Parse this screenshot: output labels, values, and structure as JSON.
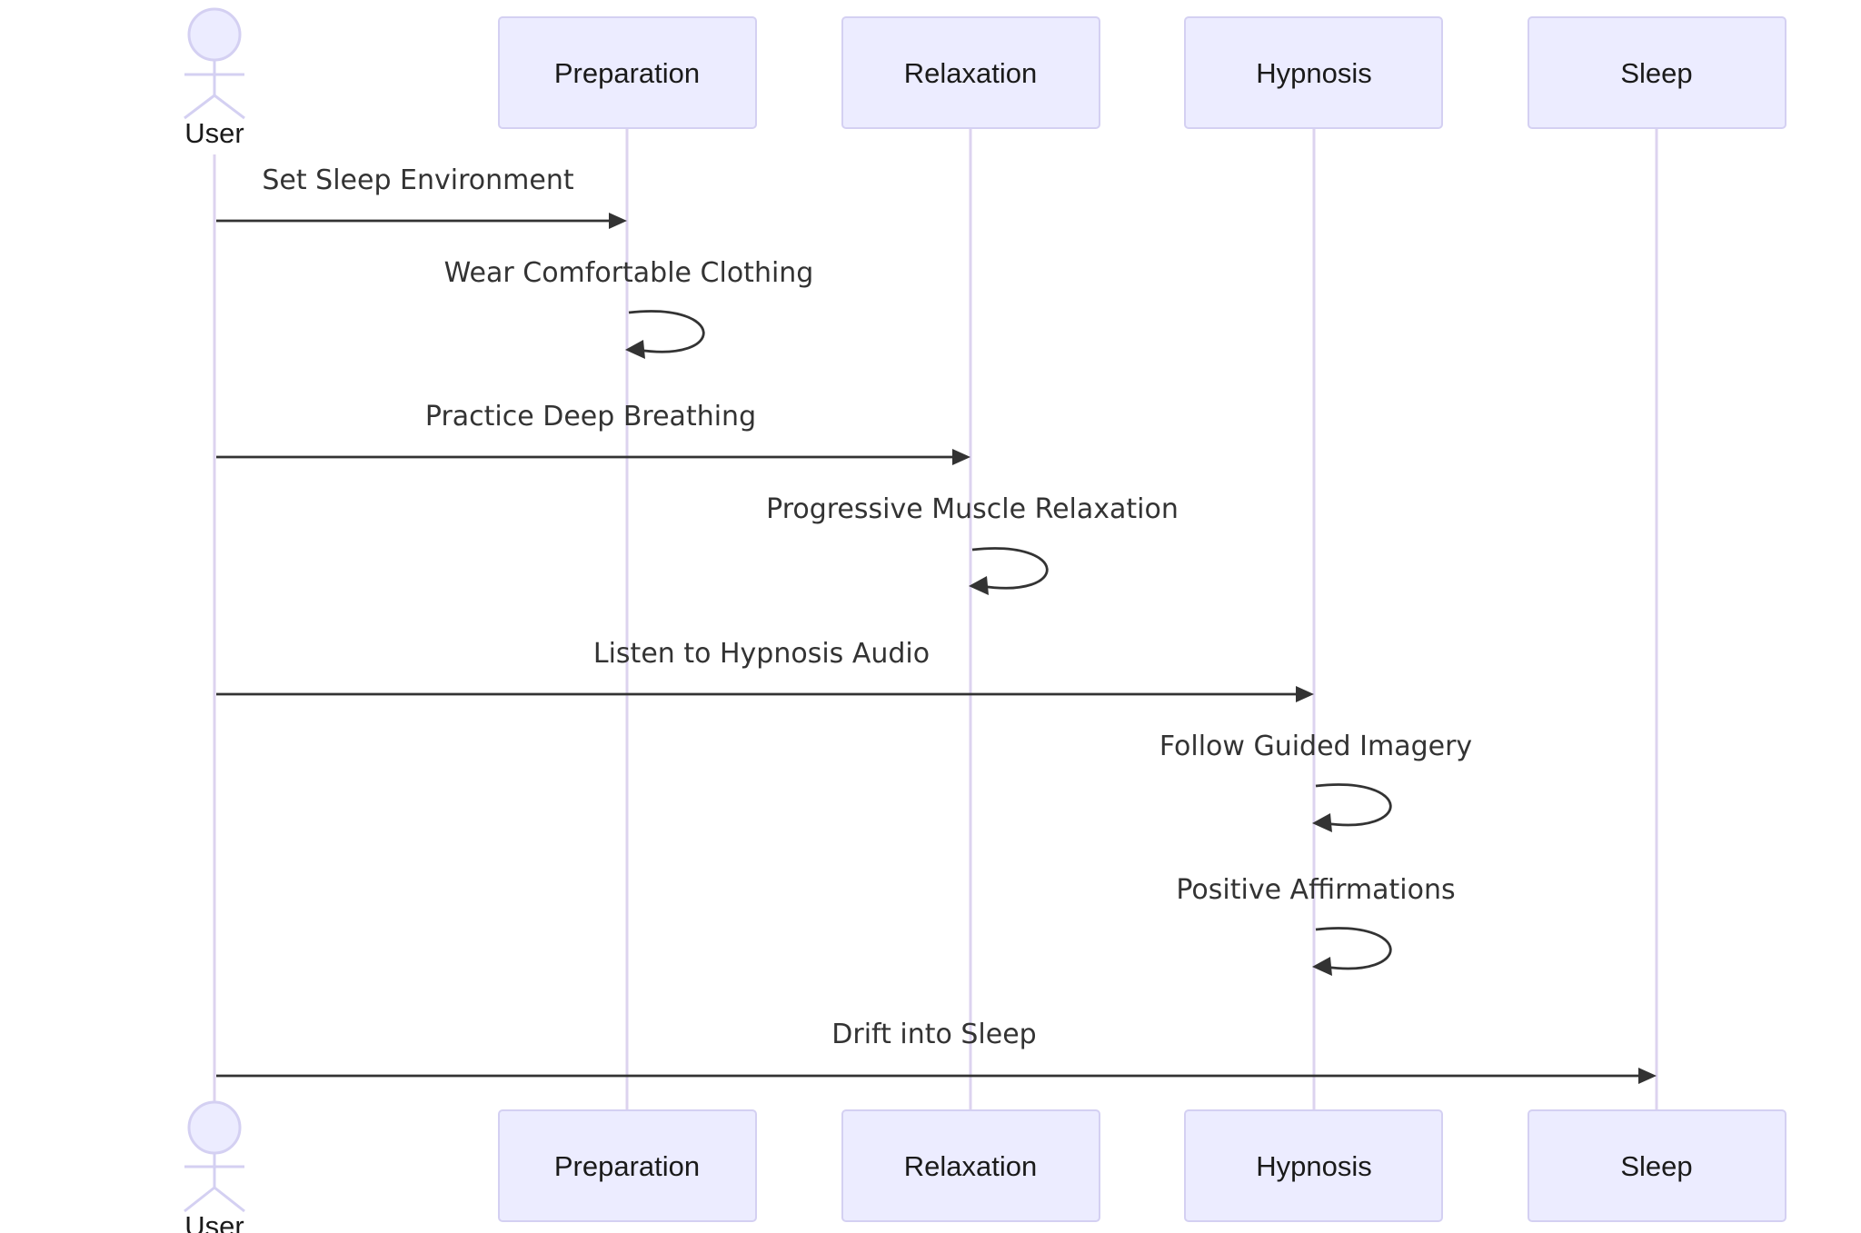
{
  "diagram": {
    "type": "sequence",
    "actor": {
      "name": "User"
    },
    "participants": [
      {
        "id": "preparation",
        "name": "Preparation"
      },
      {
        "id": "relaxation",
        "name": "Relaxation"
      },
      {
        "id": "hypnosis",
        "name": "Hypnosis"
      },
      {
        "id": "sleep",
        "name": "Sleep"
      }
    ],
    "messages": [
      {
        "from": "user",
        "to": "preparation",
        "label": "Set Sleep Environment"
      },
      {
        "from": "preparation",
        "to": "preparation",
        "label": "Wear Comfortable Clothing"
      },
      {
        "from": "user",
        "to": "relaxation",
        "label": "Practice Deep Breathing"
      },
      {
        "from": "relaxation",
        "to": "relaxation",
        "label": "Progressive Muscle Relaxation"
      },
      {
        "from": "user",
        "to": "hypnosis",
        "label": "Listen to Hypnosis Audio"
      },
      {
        "from": "hypnosis",
        "to": "hypnosis",
        "label": "Follow Guided Imagery"
      },
      {
        "from": "hypnosis",
        "to": "hypnosis",
        "label": "Positive Affirmations"
      },
      {
        "from": "user",
        "to": "sleep",
        "label": "Drift into Sleep"
      }
    ]
  }
}
